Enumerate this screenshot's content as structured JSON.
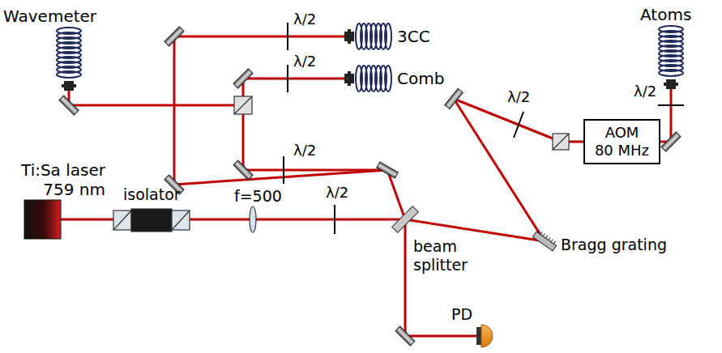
{
  "diagram": {
    "nodes": [
      {
        "text": [
          "AOM 80 MHz"
        ]
      }
    ],
    "labels": [
      "Wavemeter",
      "λ/2",
      "3CC",
      "λ/2",
      "Comb",
      "λ/2",
      "Atoms",
      "λ/2",
      "λ/2",
      "Ti:Sa laser 759 nm",
      "isolator",
      "f=500",
      "λ/2",
      "beam splitter",
      "Bragg grating",
      "PD"
    ]
  }
}
